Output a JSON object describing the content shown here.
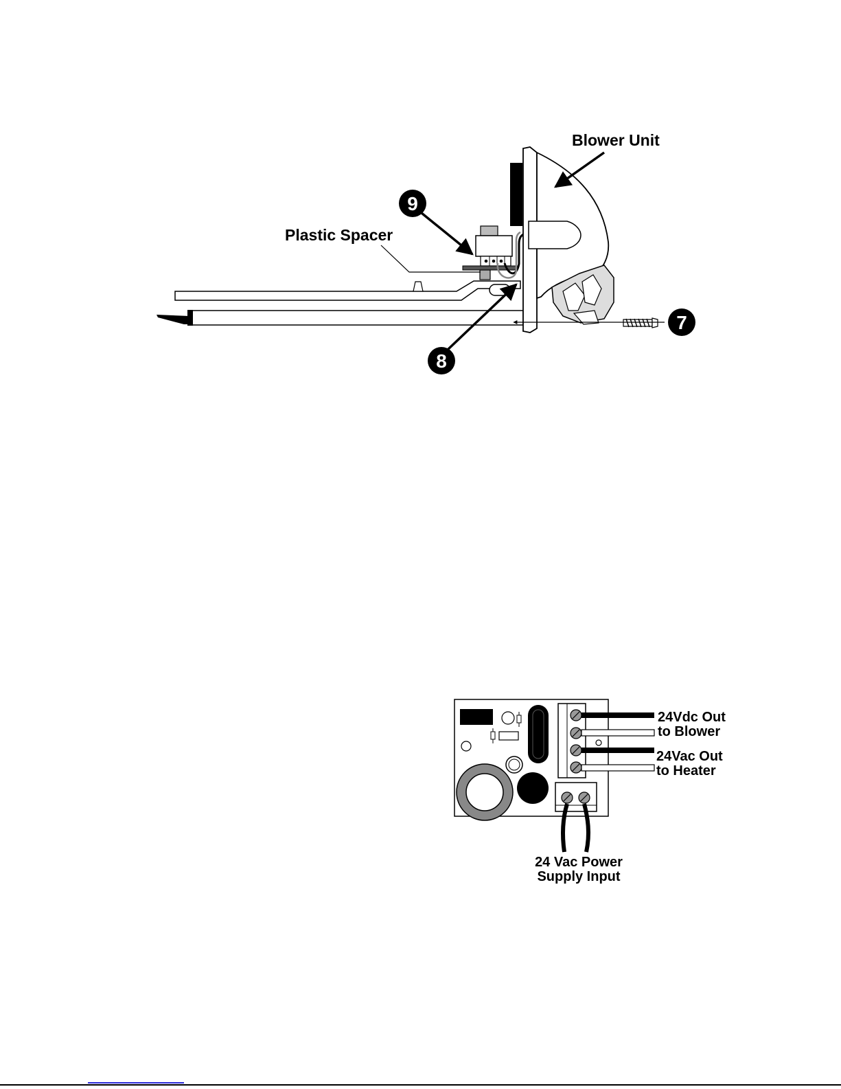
{
  "figure_top": {
    "labels": {
      "blower_unit": "Blower Unit",
      "plastic_spacer": "Plastic Spacer"
    },
    "callouts": {
      "nine": "9",
      "eight": "8",
      "seven": "7"
    }
  },
  "figure_bottom": {
    "labels": {
      "dc_out_line1": "24Vdc Out",
      "dc_out_line2": "to Blower",
      "ac_out_line1": "24Vac Out",
      "ac_out_line2": "to Heater",
      "input_line1": "24 Vac Power",
      "input_line2": "Supply Input"
    }
  }
}
